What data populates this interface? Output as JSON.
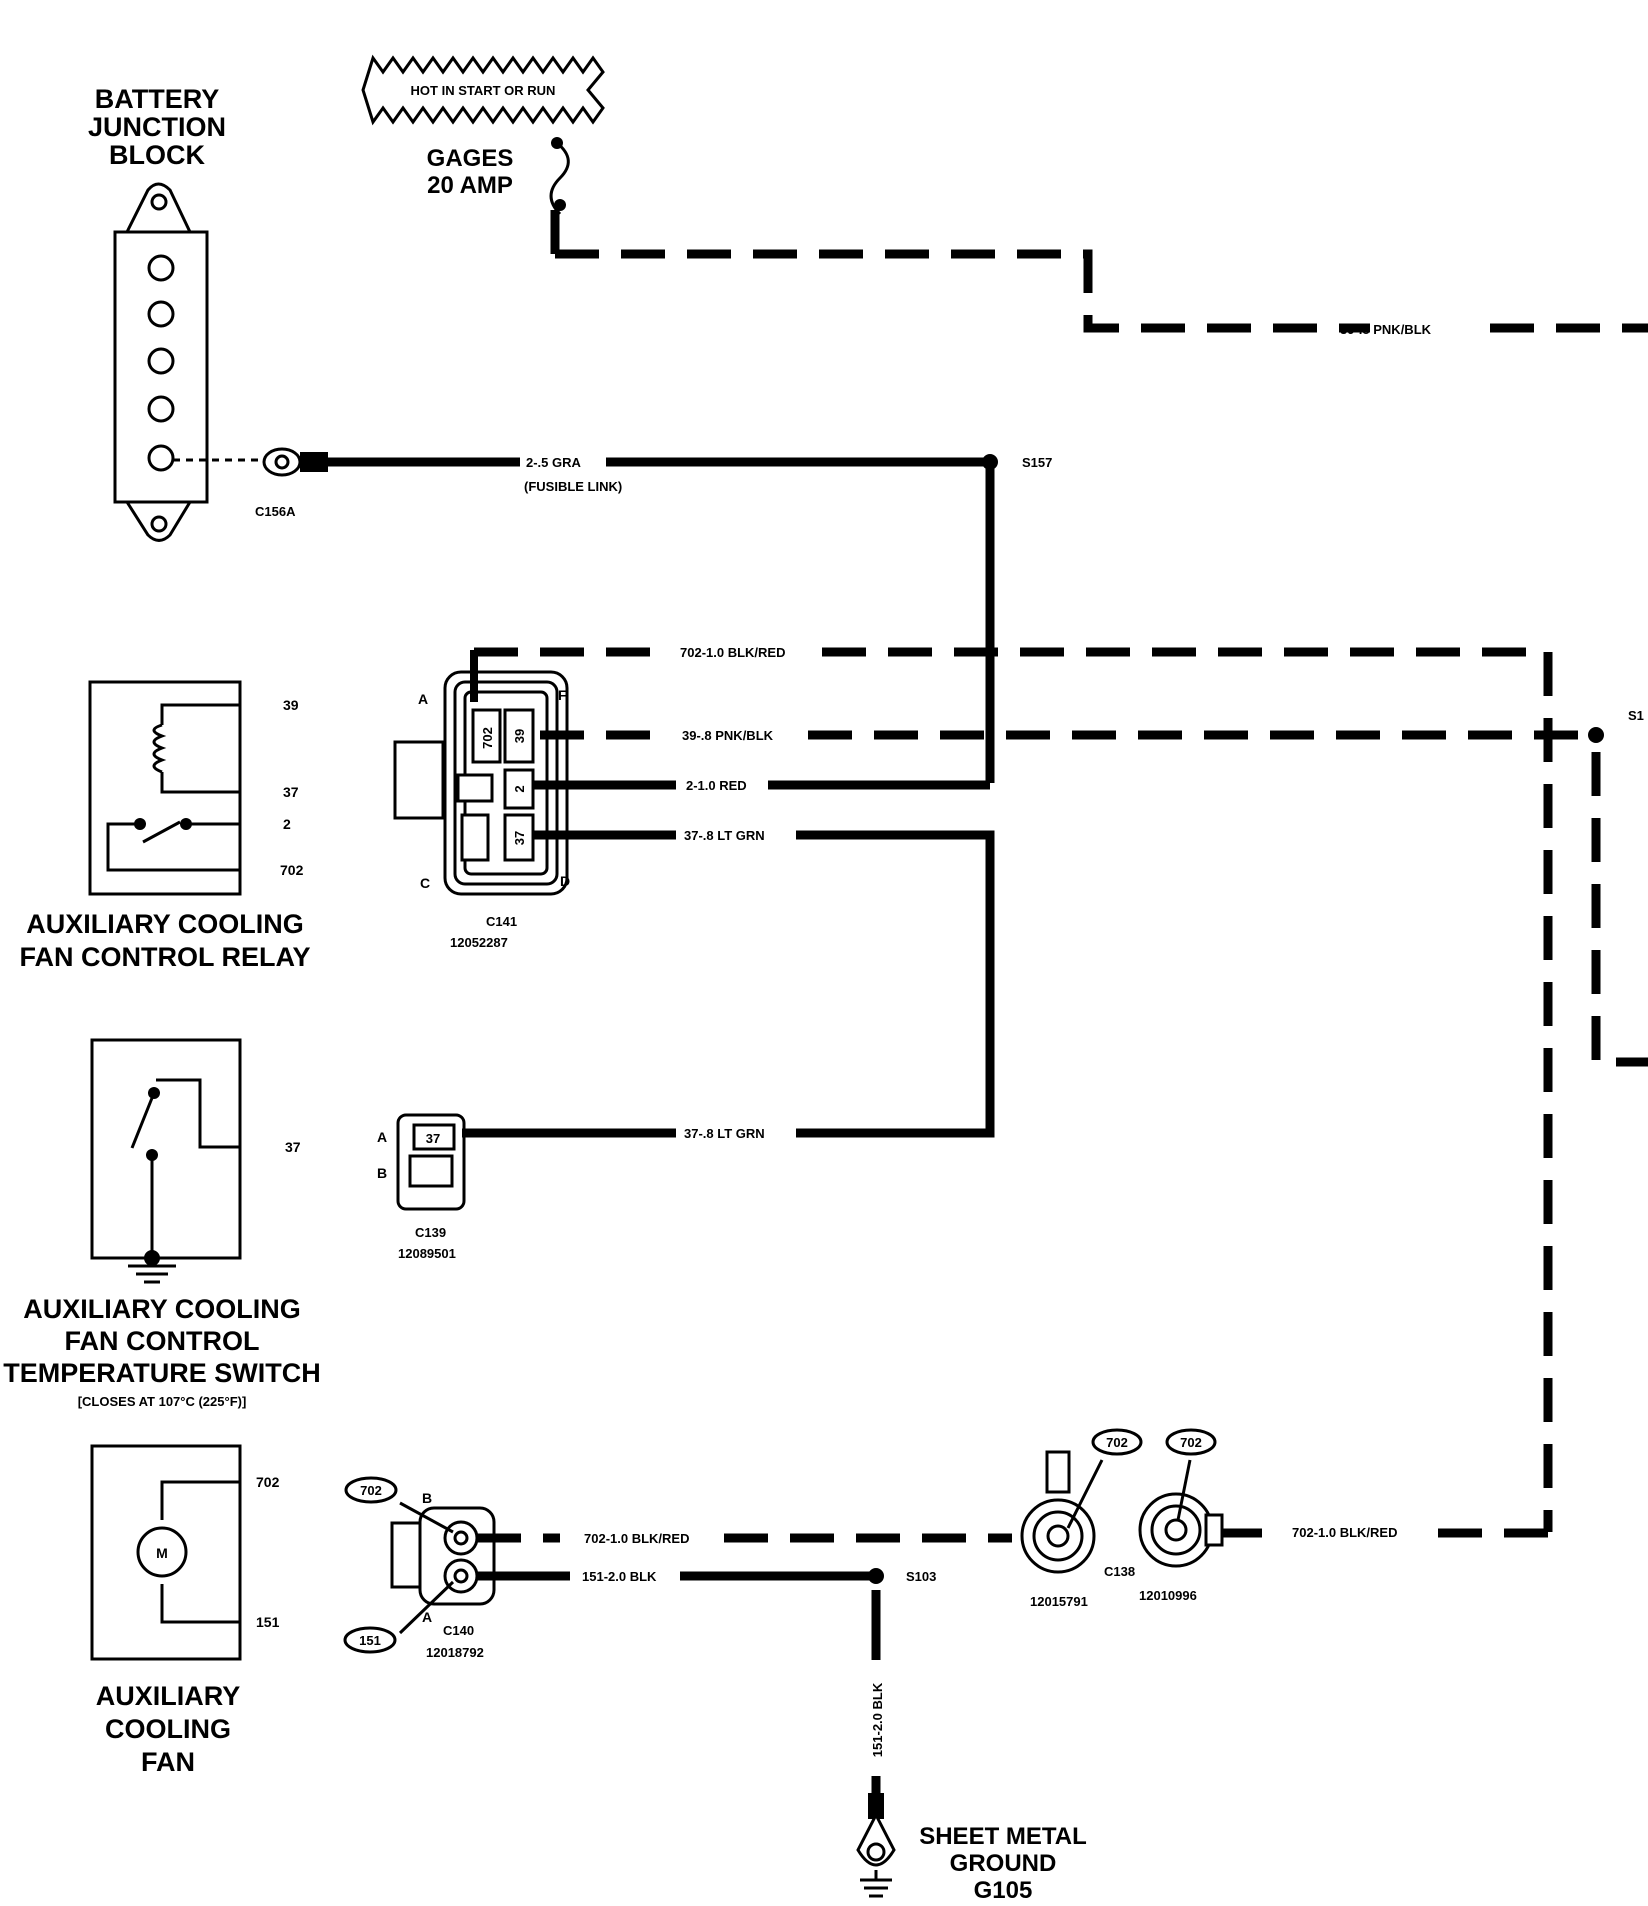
{
  "components": {
    "battery_block": "BATTERY\nJUNCTION\nBLOCK",
    "relay": "AUXILIARY COOLING\nFAN CONTROL RELAY",
    "temp_switch": "AUXILIARY COOLING\nFAN CONTROL\nTEMPERATURE SWITCH",
    "temp_switch_note": "[CLOSES AT 107°C (225°F)]",
    "fan": "AUXILIARY\nCOOLING\nFAN",
    "fan_motor_symbol": "M",
    "ground": "SHEET METAL\nGROUND\nG105",
    "fuse_hot": "HOT IN START OR RUN",
    "fuse": "GAGES\n20 AMP"
  },
  "wires": {
    "w39_top": "39-.8 PNK/BLK",
    "w2_fusible": "2-.5 GRA",
    "fusible_link": "(FUSIBLE LINK)",
    "w702_top": "702-1.0 BLK/RED",
    "w39_mid": "39-.8 PNK/BLK",
    "w2_red": "2-1.0 RED",
    "w37_relay": "37-.8 LT GRN",
    "w37_switch": "37-.8 LT GRN",
    "w702_fan": "702-1.0 BLK/RED",
    "w151_fan": "151-2.0 BLK",
    "w702_right": "702-1.0 BLK/RED",
    "w151_ground": "151-2.0 BLK"
  },
  "connectors": {
    "c156a": "C156A",
    "c141": "C141",
    "c141_pn": "12052287",
    "c139": "C139",
    "c139_pn": "12089501",
    "c140": "C140",
    "c140_pn": "12018792",
    "c138": "C138",
    "c138_pn_a": "12015791",
    "c138_pn_b": "12010996"
  },
  "splices": {
    "s157": "S157",
    "s103": "S103",
    "s_edge": "S1"
  },
  "pins": {
    "relay_39": "39",
    "relay_37": "37",
    "relay_2": "2",
    "relay_702": "702",
    "switch_37": "37",
    "fan_702": "702",
    "fan_151": "151",
    "c141_a": "A",
    "c141_f": "F",
    "c141_c": "C",
    "c141_d": "D",
    "c141_cav_702": "702",
    "c141_cav_39": "39",
    "c141_cav_2": "2",
    "c141_cav_37": "37",
    "c139_a": "A",
    "c139_b": "B",
    "c139_cav_37": "37",
    "c140_b": "B",
    "c140_a": "A",
    "c140_tag_702": "702",
    "c140_tag_151": "151",
    "c138_tag_702a": "702",
    "c138_tag_702b": "702"
  }
}
